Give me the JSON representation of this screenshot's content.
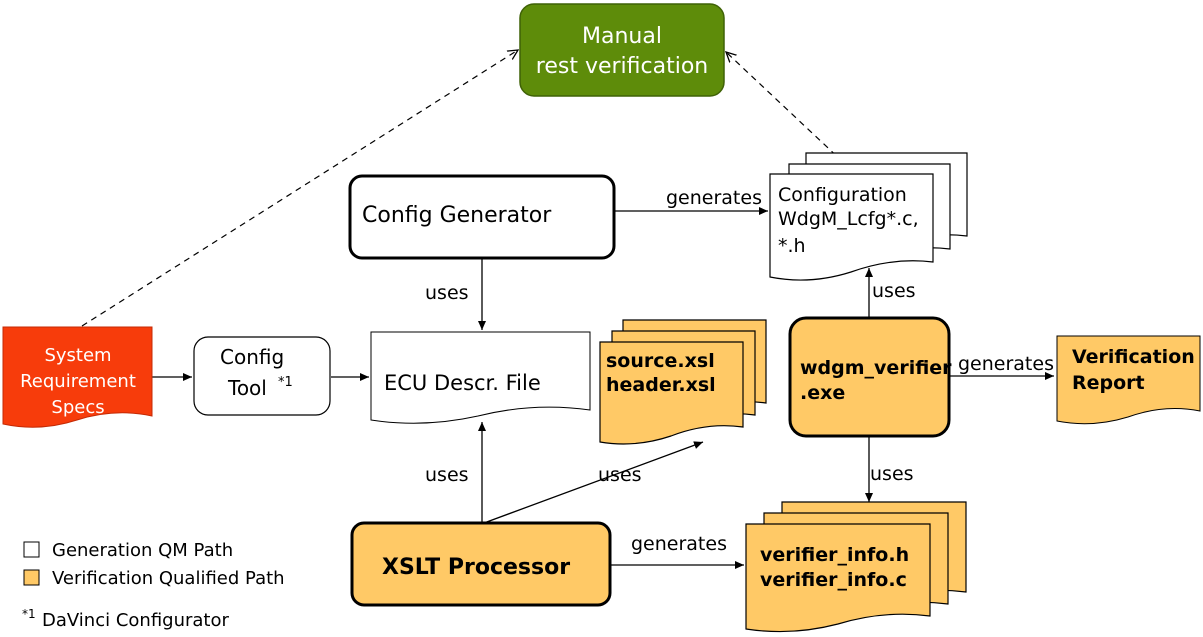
{
  "colors": {
    "manual_fill": "#5e8c0a",
    "manual_stroke": "#3f6206",
    "qualified_fill": "#ffc966",
    "sysreq_fill": "#f73c0b",
    "generation_fill": "#ffffff"
  },
  "nodes": {
    "manual_verification": {
      "line1": "Manual",
      "line2": "rest verification"
    },
    "config_generator": {
      "label": "Config Generator"
    },
    "configuration_files": {
      "line1": "Configuration",
      "line2": "WdgM_Lcfg*.c,",
      "line3": "*.h"
    },
    "system_requirement_specs": {
      "line1": "System",
      "line2": "Requirement",
      "line3": "Specs"
    },
    "config_tool": {
      "line1": "Config",
      "line2": "Tool",
      "footnote_ref": "*1"
    },
    "ecu_descr_file": {
      "label": "ECU Descr. File"
    },
    "xsl_files": {
      "line1": "source.xsl",
      "line2": "header.xsl"
    },
    "wdgm_verifier": {
      "line1": "wdgm_verifier",
      "line2": ".exe"
    },
    "verification_report": {
      "line1": "Verification",
      "line2": "Report"
    },
    "xslt_processor": {
      "label": "XSLT Processor"
    },
    "verifier_info_files": {
      "line1": "verifier_info.h",
      "line2": "verifier_info.c"
    }
  },
  "edges": {
    "generator_generates": "generates",
    "generator_uses": "uses",
    "verifier_uses_config": "uses",
    "verifier_generates": "generates",
    "verifier_uses_info": "uses",
    "processor_uses_ecu": "uses",
    "processor_uses_xsl": "uses",
    "processor_generates": "generates"
  },
  "legend": {
    "generation_path": "Generation QM Path",
    "qualified_path": "Verification Qualified Path",
    "footnote_mark": "*1",
    "footnote_text": "DaVinci Configurator"
  }
}
